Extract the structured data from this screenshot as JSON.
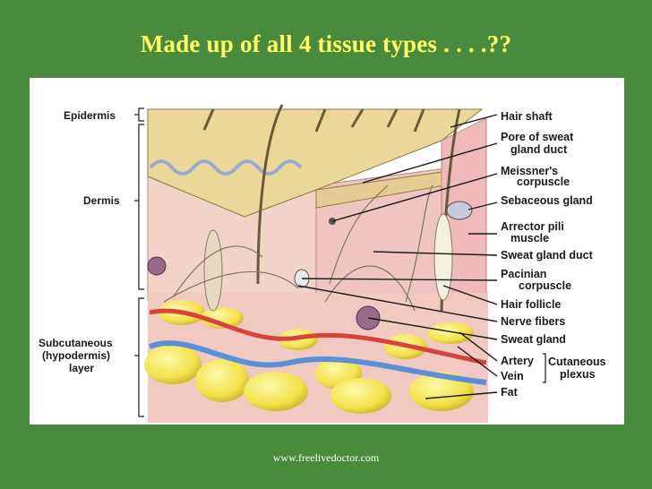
{
  "slide": {
    "title": "Made up of all 4 tissue types . . . .??",
    "footer": "www.freelivedoctor.com",
    "background_color": "#4a8a3c",
    "title_color": "#ffff66"
  },
  "diagram": {
    "left_labels": {
      "epidermis": "Epidermis",
      "dermis": "Dermis",
      "subcutaneous_line1": "Subcutaneous",
      "subcutaneous_line2": "(hypodermis)",
      "subcutaneous_line3": "layer"
    },
    "right_labels": {
      "hair_shaft": "Hair shaft",
      "pore_line1": "Pore of sweat",
      "pore_line2": "gland duct",
      "meissner_line1": "Meissner's",
      "meissner_line2": "corpuscle",
      "sebaceous": "Sebaceous gland",
      "arrector_line1": "Arrector pili",
      "arrector_line2": "muscle",
      "sweat_duct": "Sweat gland duct",
      "pacinian_line1": "Pacinian",
      "pacinian_line2": "corpuscle",
      "hair_follicle": "Hair follicle",
      "nerve_fibers": "Nerve fibers",
      "sweat_gland": "Sweat gland",
      "artery": "Artery",
      "vein": "Vein",
      "fat": "Fat",
      "cutaneous_line1": "Cutaneous",
      "cutaneous_line2": "plexus"
    }
  }
}
